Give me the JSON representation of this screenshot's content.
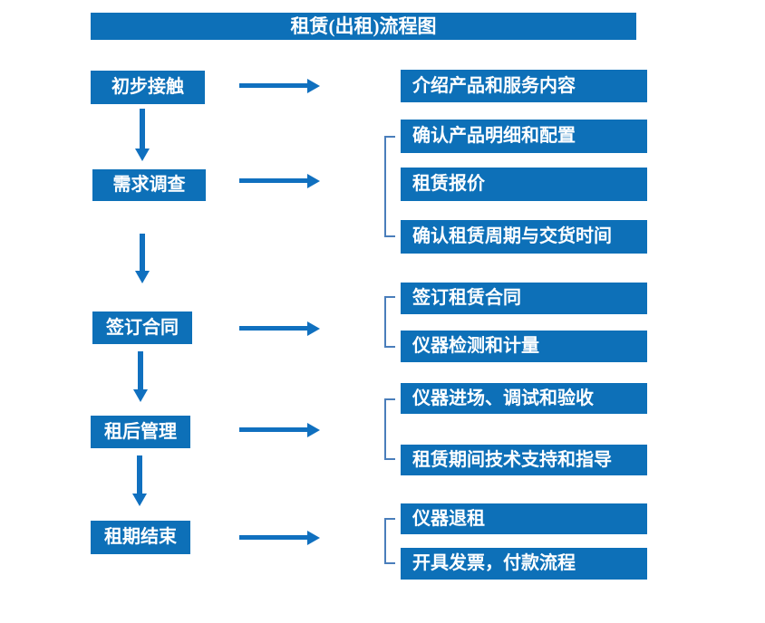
{
  "title": "租赁(出租)流程图",
  "colors": {
    "box_blue": "#0d70b8",
    "arrow_blue": "#1070bf",
    "bracket_blue": "#4a7ebb",
    "text_white": "#ffffff",
    "background": "#ffffff"
  },
  "steps": [
    {
      "label": "初步接触",
      "details": [
        "介绍产品和服务内容"
      ]
    },
    {
      "label": "需求调查",
      "details": [
        "确认产品明细和配置",
        "租赁报价",
        "确认租赁周期与交货时间"
      ]
    },
    {
      "label": "签订合同",
      "details": [
        "签订租赁合同",
        "仪器检测和计量"
      ]
    },
    {
      "label": "租后管理",
      "details": [
        "仪器进场、调试和验收",
        "租赁期间技术支持和指导"
      ]
    },
    {
      "label": "租期结束",
      "details": [
        "仪器退租",
        "开具发票，付款流程"
      ]
    }
  ]
}
